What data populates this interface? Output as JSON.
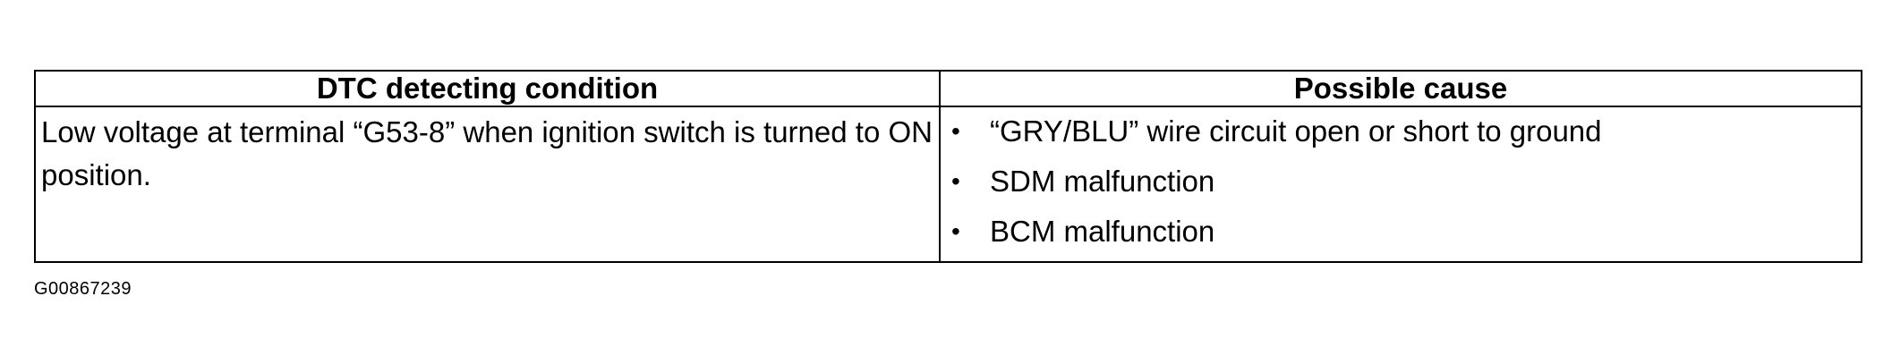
{
  "table": {
    "headers": {
      "condition": "DTC detecting condition",
      "cause": "Possible cause"
    },
    "condition_text": "Low voltage at terminal “G53-8” when ignition switch is turned to ON position.",
    "causes": [
      "“GRY/BLU” wire circuit open or short to ground",
      "SDM malfunction",
      "BCM malfunction"
    ],
    "bullet_glyph": "•"
  },
  "figure_id": "G00867239"
}
